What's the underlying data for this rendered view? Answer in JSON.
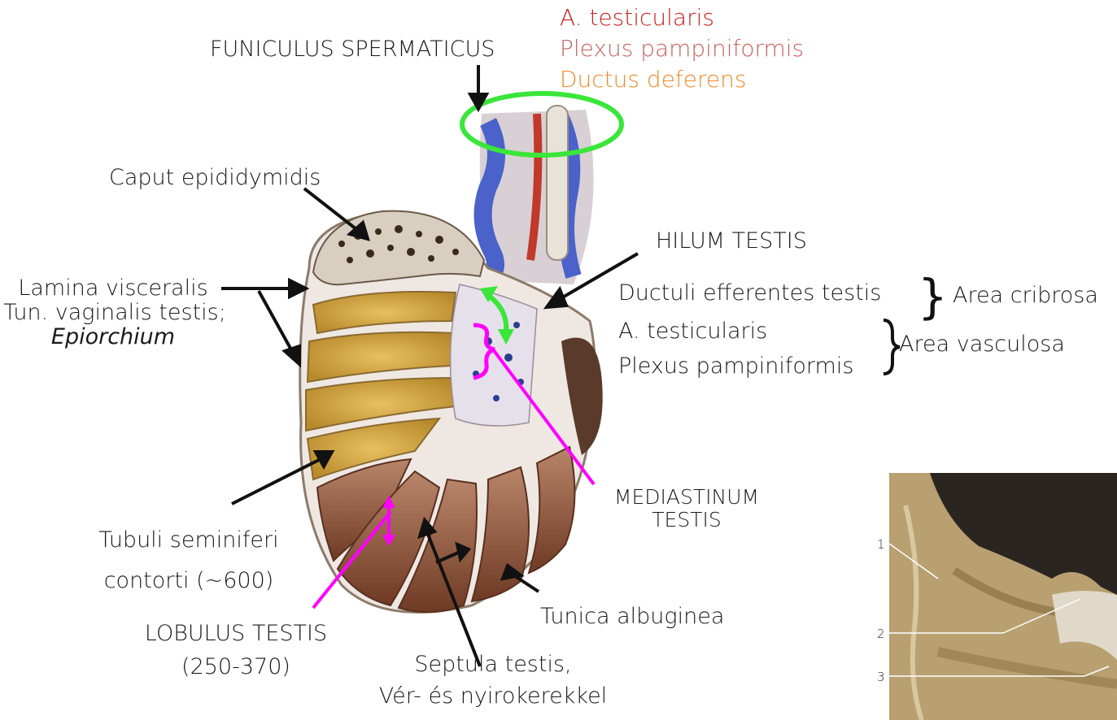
{
  "title": "FUNICULUS SPERMATICUS",
  "funiculus_contents": [
    "A. testicularis",
    "Plexus pampiniformis",
    "Ductus deferens"
  ],
  "colors": {
    "artery": "#cc1f1f",
    "plexus": "#c96060",
    "ductus": "#f08a2a",
    "highlight_green": "#39e639",
    "highlight_magenta": "#ff00ff",
    "arrow": "#111111"
  },
  "labels": {
    "caput": "Caput epididymidis",
    "lamina_1": "Lamina visceralis",
    "lamina_2": "Tun. vaginalis testis;",
    "lamina_3": "Epiorchium",
    "hilum": "HILUM TESTIS",
    "ductuli": "Ductuli efferentes testis",
    "area_cribrosa": "Area cribrosa",
    "a_testicularis": "A. testicularis",
    "plexus": "Plexus pampiniformis",
    "area_vasculosa": "Area vasculosa",
    "mediastinum_1": "MEDIASTINUM",
    "mediastinum_2": "TESTIS",
    "tubuli_1": "Tubuli seminiferi",
    "tubuli_2": "contorti  (~600)",
    "lobulus_1": "LOBULUS TESTIS",
    "lobulus_2": "(250-370)",
    "septula_1": "Septula testis,",
    "septula_2": "Vér- és nyirokerekkel",
    "albuginea": "Tunica albuginea"
  },
  "photo_numbers": [
    "1",
    "2",
    "3"
  ]
}
